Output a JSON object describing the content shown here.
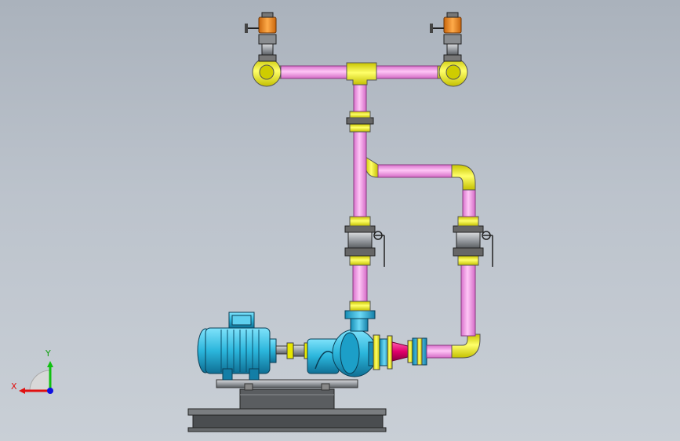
{
  "scene": {
    "colors": {
      "background_top": "#aab2bc",
      "background_bottom": "#c9cfd6",
      "pipe_pink": "#f39ae8",
      "fitting_yellow": "#f2f000",
      "pump_blue": "#2bb6dc",
      "valve_orange": "#f08a1c",
      "reducer_magenta": "#e0006a",
      "steel_gray": "#8c8f94",
      "base_dark": "#4a4d50"
    },
    "components": [
      "electric-motor",
      "centrifugal-pump",
      "coupling",
      "base-frame",
      "suction-reducer",
      "discharge-manifold",
      "actuated-valve-left",
      "actuated-valve-right",
      "gate-valve-left",
      "gate-valve-right",
      "tee-fitting",
      "elbow-fittings",
      "flanges"
    ]
  },
  "triad": {
    "x_label": "X",
    "y_label": "Y",
    "x_color": "#e01010",
    "y_color": "#10c010",
    "z_color": "#1010e0"
  }
}
